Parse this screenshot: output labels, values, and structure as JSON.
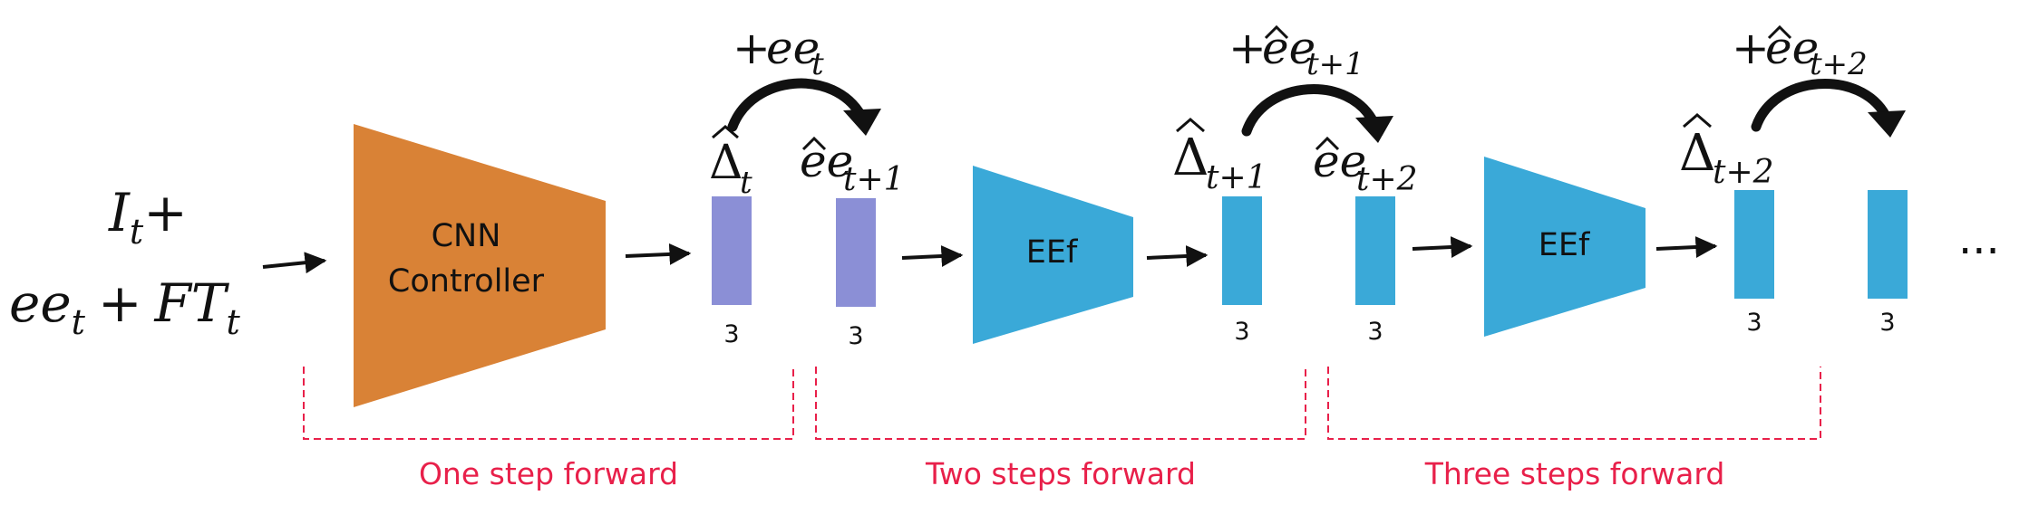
{
  "colors": {
    "cnn": "#d98236",
    "eef": "#3aa9d8",
    "block_purple": "#8b8fd6",
    "block_blue": "#3aa9d8",
    "arrow": "#111111",
    "section": "#e8204a",
    "ellipsis": "#3aa9d8"
  },
  "input": {
    "line1": {
      "base": "I",
      "sub": "t",
      "tail": "+"
    },
    "line2": {
      "a_base": "ee",
      "a_sub": "t",
      "plus": "+",
      "b_base": "FT",
      "b_sub": "t"
    }
  },
  "modules": {
    "cnn_line1": "CNN",
    "cnn_line2": "Controller",
    "eef1": "EEf",
    "eef2": "EEf"
  },
  "block_dims": [
    "3",
    "3",
    "3",
    "3",
    "3",
    "3"
  ],
  "math_labels": {
    "delta0": {
      "base": "Δ",
      "sub": "t"
    },
    "delta1": {
      "base": "Δ",
      "sub": "t+1"
    },
    "delta2": {
      "base": "Δ",
      "sub": "t+2"
    },
    "ee1": {
      "base": "ee",
      "sub": "t+1"
    },
    "ee2": {
      "base": "ee",
      "sub": "t+2"
    },
    "add0": {
      "plus": "+",
      "base": "ee",
      "sub": "t"
    },
    "add1": {
      "plus": "+",
      "base": "ee",
      "sub": "t+1"
    },
    "add2": {
      "plus": "+",
      "base": "ee",
      "sub": "t+2"
    }
  },
  "ellipsis": "...",
  "sections": [
    "One step forward",
    "Two steps forward",
    "Three steps forward"
  ]
}
